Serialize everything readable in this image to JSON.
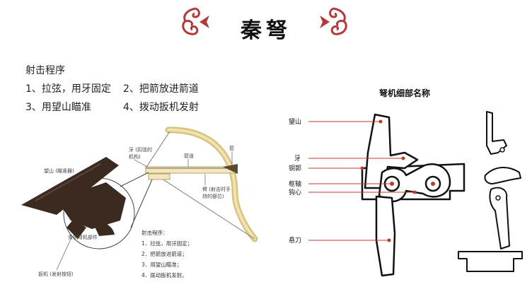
{
  "title": "秦弩",
  "procedure": {
    "heading": "射击程序",
    "step1": "1、拉弦，用牙固定",
    "step2": "2、把箭放进箭道",
    "step3": "3、用望山瞄准",
    "step4": "4、拨动扳机发射"
  },
  "crossbow_diagram": {
    "labels": {
      "ya": "牙 (扣弦的",
      "ya2": "机构)",
      "wangshan": "望山 (瞄准器)",
      "jiandao": "箭道",
      "jian": "箭",
      "bi": "臂 (射击时手",
      "bi2": "持的部位)",
      "bujian": "青铜弩机部件",
      "banji": "扳机 (发射按钮)"
    },
    "steps": {
      "heading": "射击程序：",
      "s1": "1．拉弦，用牙固定；",
      "s2": "2．把箭放进箭道；",
      "s3": "3．用望山瞄准；",
      "s4": "4．拨动扳机发射。"
    }
  },
  "mechanism_diagram": {
    "title": "弩机细部名称",
    "labels": [
      "望山",
      "牙",
      "铜郭",
      "枢轴",
      "钩心",
      "悬刀"
    ]
  },
  "colors": {
    "ornament": "#b23a3a",
    "pointer": "#c0392b",
    "wood": "#3a2a20",
    "bow": "#e8d39a"
  }
}
